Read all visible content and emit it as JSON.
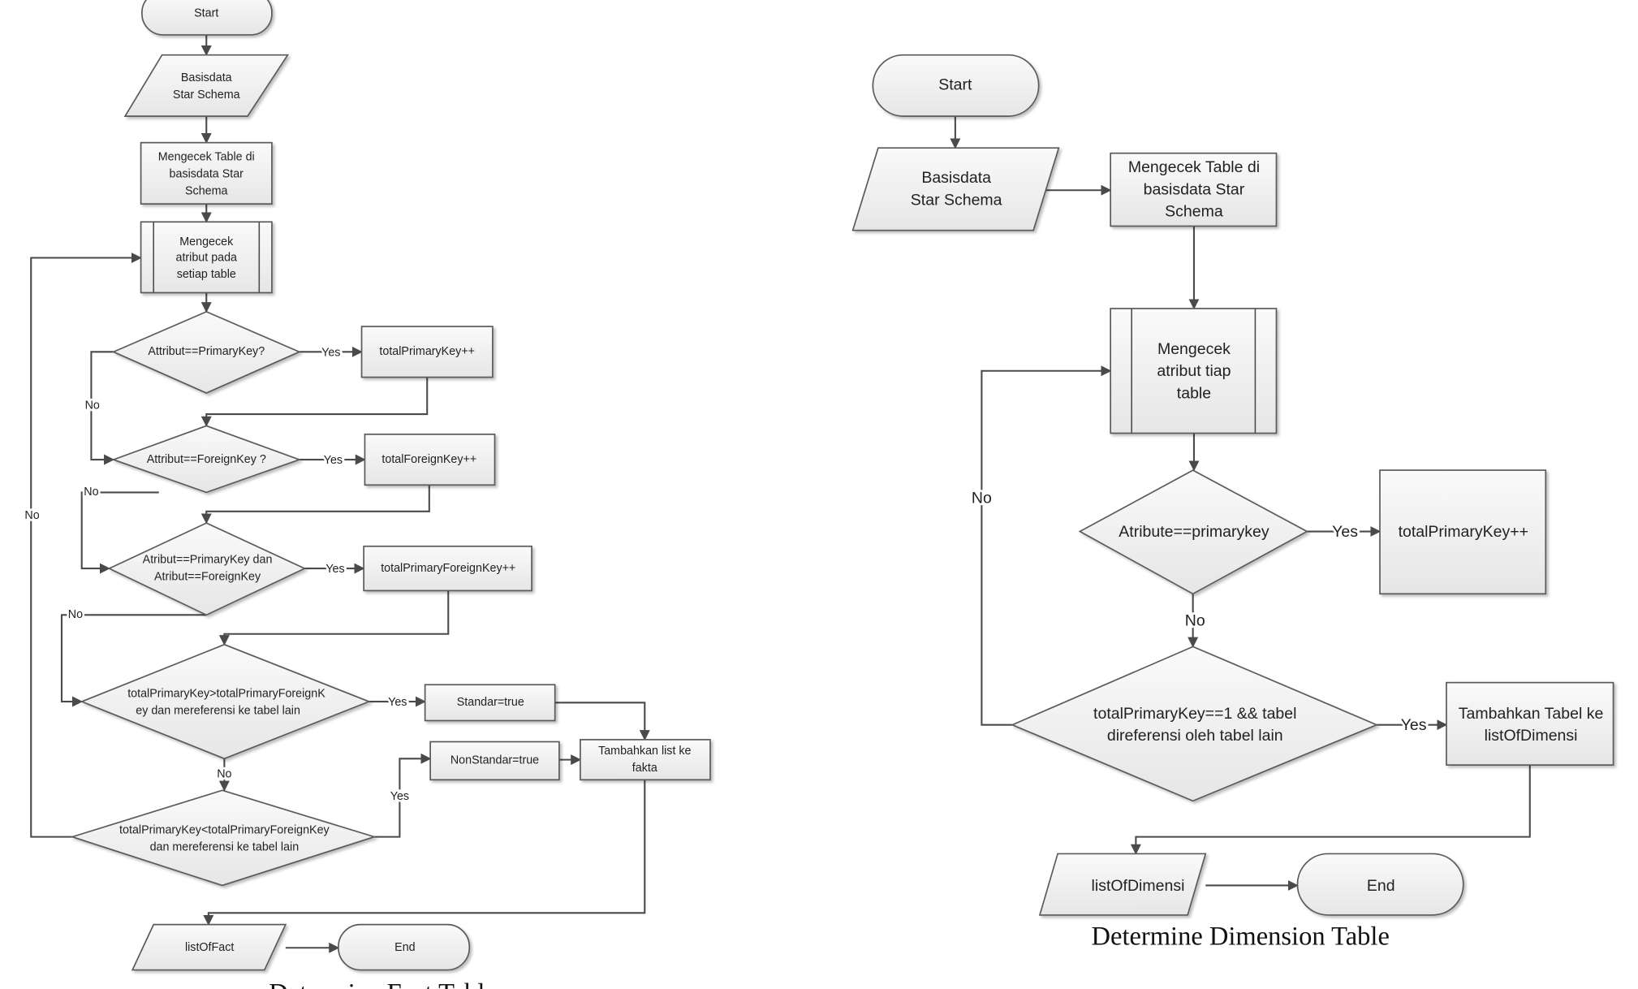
{
  "fact_flow": {
    "caption": "Determine Fact Table",
    "start": "Start",
    "input": [
      "Basisdata",
      "Star Schema"
    ],
    "check_table": [
      "Mengecek Table di",
      "basisdata Star",
      "Schema"
    ],
    "check_attr": [
      "Mengecek",
      "atribut pada",
      "setiap table"
    ],
    "d1": "Attribut==PrimaryKey?",
    "p1": "totalPrimaryKey++",
    "d2": "Attribut==ForeignKey ?",
    "p2": "totalForeignKey++",
    "d3": [
      "Atribut==PrimaryKey dan",
      "Atribut==ForeignKey"
    ],
    "p3": "totalPrimaryForeignKey++",
    "d4": [
      "totalPrimaryKey>totalPrimaryForeignK",
      "ey dan mereferensi ke tabel lain"
    ],
    "p4": "Standar=true",
    "d5": [
      "totalPrimaryKey<totalPrimaryForeignKey",
      "dan mereferensi ke tabel lain"
    ],
    "p5": "NonStandar=true",
    "add": [
      "Tambahkan list ke",
      "fakta"
    ],
    "output": "listOfFact",
    "end": "End",
    "yes": "Yes",
    "no": "No"
  },
  "dimension_flow": {
    "caption": "Determine Dimension Table",
    "start": "Start",
    "input": [
      "Basisdata",
      "Star Schema"
    ],
    "check_table": [
      "Mengecek Table di",
      "basisdata Star",
      "Schema"
    ],
    "check_attr": [
      "Mengecek",
      "atribut tiap",
      "table"
    ],
    "d1": "Atribute==primarykey",
    "p1": "totalPrimaryKey++",
    "d2": [
      "totalPrimaryKey==1 && tabel",
      "direferensi oleh tabel lain"
    ],
    "add": [
      "Tambahkan Tabel ke",
      "listOfDimensi"
    ],
    "output": "listOfDimensi",
    "end": "End",
    "yes": "Yes",
    "no": "No"
  }
}
